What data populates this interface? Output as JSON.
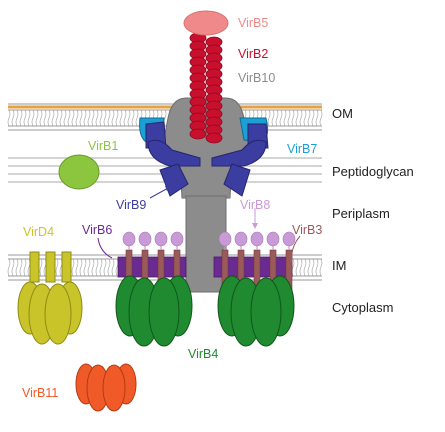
{
  "regions": {
    "om": "OM",
    "peptidoglycan": "Peptidoglycan",
    "periplasm": "Periplasm",
    "im": "IM",
    "cytoplasm": "Cytoplasm"
  },
  "proteins": {
    "virb5": "VirB5",
    "virb2": "VirB2",
    "virb10": "VirB10",
    "virb1": "VirB1",
    "virb7": "VirB7",
    "virb9": "VirB9",
    "virb8": "VirB8",
    "vird4": "VirD4",
    "virb6": "VirB6",
    "virb3": "VirB3",
    "virb4": "VirB4",
    "virb11": "VirB11"
  },
  "colors": {
    "virb5": "#f08a8a",
    "virb2": "#c8102e",
    "virb10": "#8c8c8c",
    "virb1": "#8cc63f",
    "virb7": "#1b9fd4",
    "virb9": "#3b3da0",
    "virb8": "#c99bd6",
    "vird4": "#c9c42a",
    "virb6": "#6a2a90",
    "virb3": "#9b5a5a",
    "virb4": "#1f8a2f",
    "virb11": "#f05a28",
    "label_virb9": "#3b3da0",
    "label_virb6": "#6a2a90",
    "label_virb3": "#9b5a5a",
    "label_virb8": "#c99bd6",
    "outer_membrane_stripe": "#e8a040",
    "membrane_line": "#999999"
  }
}
